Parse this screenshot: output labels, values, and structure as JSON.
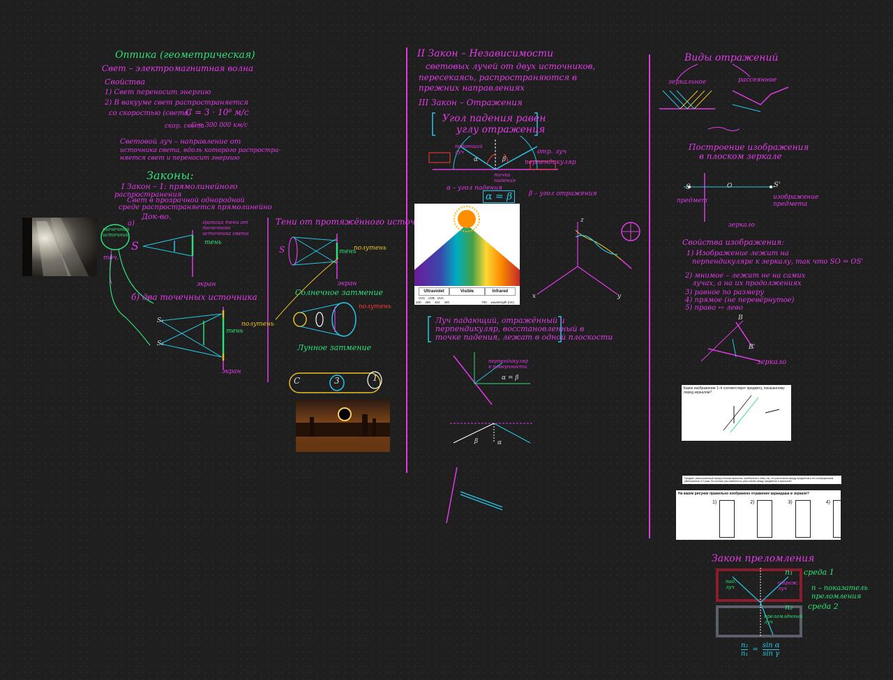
{
  "col1": {
    "title": "Оптика (геометрическая)",
    "subtitle": "Свет – электромагнитная волна",
    "props_heading": "Свойства",
    "prop1": "1) Свет переносит энергию",
    "prop2": "2) В вакууме свет распространяется",
    "prop2b": "со скоростью (света)",
    "formula_c": "C = 3 · 10⁸ м/с",
    "formula_c_small": "C = 300 000 км/с",
    "speed_label": "скор. света",
    "ray_def_1": "Световой луч – направление от",
    "ray_def_2": "источника света, вдоль которого распростра-",
    "ray_def_3": "няется свет и переносит энергию",
    "laws_heading": "Законы:",
    "law1_1": "I Закон – 1: прямолинейного",
    "law1_2": "распространения",
    "law1_3": "Свет в прозрачной однородной",
    "law1_4": "среде распространяется прямолинейно",
    "law1_5": "Док-во.",
    "point_source": "точечный источник",
    "label_a": "а)",
    "label_S": "S",
    "label_shadow": "тень",
    "label_screen": "экран",
    "label_boundary": "граница тени от точечного источника света",
    "label_b": "б) два точечных источника",
    "label_s1": "S₁",
    "label_s2": "S₂",
    "label_penumbra": "полутень",
    "label_point6": "точ.",
    "label_shadow2": "тень",
    "label_screen2": "экран"
  },
  "col2": {
    "title": "Тени от протяжённого источника",
    "label_S": "S",
    "label_shadow": "тень",
    "label_penumbra": "полутень",
    "label_screen": "экран",
    "solar": "Солнечное затмение",
    "solar_penumbra": "полутень",
    "lunar": "Лунное затмение",
    "c_label": "С",
    "three_label": "3",
    "one_label": "1"
  },
  "col3": {
    "law2_1": "II Закон – Независимости",
    "law2_2": "световых лучей от двух источников,",
    "law2_3": "пересекаясь, распространяются в",
    "law2_4": "прежних направлениях",
    "law3": "III Закон – Отражения",
    "law3_box_1": "Угол падения равен",
    "law3_box_2": "углу отражения",
    "falling": "падающий луч",
    "reflected": "отр. луч",
    "perp": "перпендикуляр",
    "point": "точка падения",
    "alpha_label": "α – угол падения",
    "beta_label": "β – угол отражения",
    "alpha_eq_beta": "α = β",
    "spectrum_uv": "Ultraviolet",
    "spectrum_visible": "Visible",
    "spectrum_ir": "Infrared",
    "spectrum_uvc": "UVC",
    "spectrum_uvb": "UVB",
    "spectrum_uva": "UVA",
    "spectrum_ticks": [
      "100",
      "280",
      "315",
      "400",
      "700"
    ],
    "spectrum_unit": "wavelength (nm)",
    "law3_box2_1": "Луч падающий, отражённый и",
    "law3_box2_2": "перпендикуляр, восстановленный в",
    "law3_box2_3": "точке падения, лежат в одной плоскости",
    "perp_label": "перпендикуляр к поверхности",
    "alpha_beta_eq": "α = β",
    "axis_x": "x",
    "axis_y": "y",
    "axis_z": "z",
    "alpha_sym": "α",
    "beta_sym": "β"
  },
  "col4": {
    "title": "Виды отражений",
    "mirror": "зеркальное",
    "diffuse": "рассеянное",
    "plane_mirror_1": "Построение изображения",
    "plane_mirror_2": "в плоском зеркале",
    "s_label": "S",
    "s_prime": "S'",
    "o_label": "O",
    "subject": "предмет",
    "image": "изображение предмета",
    "mirror_label": "зеркало",
    "props_title": "Свойства изображения:",
    "prop1_1": "1) Изображение лежит на",
    "prop1_2": "перпендикуляре к зеркалу, так что SO = OS'",
    "prop2_1": "2) мнимое – лежит не на самих",
    "prop2_2": "лучах, а на их продолжениях",
    "prop3": "3) равное по размеру",
    "prop4": "4) прямое (не перевёрнутое)",
    "prop5": "5) право ↔ лево",
    "b_label": "B",
    "b_prime": "B'",
    "mirror2": "зеркало",
    "refraction_title": "Закон преломления",
    "medium1": "среда 1",
    "medium2": "среда 2",
    "n1": "n₁",
    "n2": "n₂",
    "incident": "пад. луч",
    "reflected_ray": "отраж. луч",
    "refracted": "преломлённый луч",
    "n_index": "n – показатель преломления",
    "formula_num": "n₂",
    "formula_den": "n₁",
    "formula_rhs_num": "sin α",
    "formula_rhs_den": "sin γ",
    "task1_q": "Какое изображение 1–4 соответствует предмету, показанному перед зеркалом?",
    "task2_q": "Предмет, расположенный перед плоским зеркалом, приблизили к нему так, что расстояние между предметом и его изображением уменьшилось в 2 раза. Во сколько раз изменилось расстояние между предметом и зеркалом?",
    "task3_q": "На каком рисунке правильно изображено отражение карандаша в зеркале?",
    "task3_opts": [
      "1)",
      "2)",
      "3)",
      "4)"
    ]
  },
  "colors": {
    "magenta": "#e23be6",
    "green": "#2fe07a",
    "cyan": "#27c7e8",
    "yellow": "#e8c12a",
    "red": "#ff3a3a",
    "background": "#1f1f1f"
  }
}
